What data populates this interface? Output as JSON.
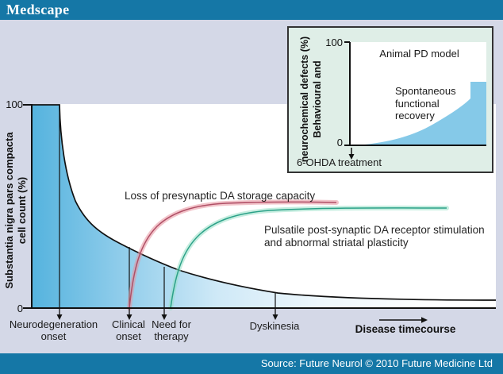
{
  "header": {
    "brand": "Medscape"
  },
  "footer": {
    "source": "Source: Future Neurol © 2010 Future Medicine Ltd"
  },
  "colors": {
    "brand_bar": "#1577a6",
    "page_background": "#d4d8e7",
    "plot_background": "#ffffff",
    "inset_background": "#dfeee7",
    "decay_fill_left": "#55b3de",
    "inset_area_fill": "#85c9e8",
    "presynaptic_curve": "#b04f66",
    "postsynaptic_curve": "#2ba188",
    "axis": "#111111"
  },
  "main_plot": {
    "y_axis_title_lines": [
      "Substantia nigra pars compacta",
      "cell count (%)"
    ],
    "y_tick_top": "100",
    "y_tick_bottom": "0",
    "curve_labels": {
      "presynaptic": "Loss of presynaptic DA storage capacity",
      "postsynaptic_lines": [
        "Pulsatile post-synaptic DA receptor stimulation",
        "and abnormal striatal plasticity"
      ]
    },
    "milestones": [
      {
        "lines": [
          "Neurodegeneration",
          "onset"
        ]
      },
      {
        "lines": [
          "Clinical",
          "onset"
        ]
      },
      {
        "lines": [
          "Need for",
          "therapy"
        ]
      },
      {
        "lines": [
          "Dyskinesia"
        ]
      }
    ],
    "x_axis_title": "Disease timecourse"
  },
  "inset_plot": {
    "y_axis_title_lines": [
      "Behavioural and",
      "neurochemical defects (%)"
    ],
    "y_tick_top": "100",
    "y_tick_bottom": "0",
    "title": "Animal PD model",
    "annotation_lines": [
      "Spontaneous",
      "functional",
      "recovery"
    ],
    "x_axis_title": "6-OHDA treatment"
  },
  "chart_data": [
    {
      "type": "line",
      "title": "",
      "xlabel": "Disease timecourse",
      "ylabel": "Substantia nigra pars compacta cell count (%)",
      "ylim": [
        0,
        100
      ],
      "x_units": "relative disease timecourse 0-100 (axis unlabeled)",
      "grid": false,
      "legend": "inline text labels next to curves",
      "milestones": [
        {
          "label": "Neurodegeneration onset",
          "x": 6
        },
        {
          "label": "Clinical onset",
          "x": 21
        },
        {
          "label": "Need for therapy",
          "x": 29
        },
        {
          "label": "Dyskinesia",
          "x": 52
        }
      ],
      "series": [
        {
          "name": "Substantia nigra pars compacta cell count (%)",
          "color": "#111111",
          "points": [
            [
              0,
              100
            ],
            [
              6,
              100
            ],
            [
              8,
              81
            ],
            [
              9,
              65
            ],
            [
              12,
              46
            ],
            [
              15,
              35
            ],
            [
              21,
              30
            ],
            [
              29,
              21
            ],
            [
              43,
              12
            ],
            [
              53,
              7
            ],
            [
              70,
              5
            ],
            [
              100,
              4
            ]
          ]
        },
        {
          "name": "Loss of presynaptic DA storage capacity",
          "color": "#b04f66",
          "points": [
            [
              21,
              0
            ],
            [
              24,
              24
            ],
            [
              28,
              43
            ],
            [
              34,
              49
            ],
            [
              41,
              51
            ],
            [
              50,
              52
            ],
            [
              66,
              52
            ]
          ]
        },
        {
          "name": "Pulsatile post-synaptic DA receptor stimulation and abnormal striatal plasticity",
          "color": "#2ba188",
          "points": [
            [
              30,
              0
            ],
            [
              33,
              20
            ],
            [
              37,
              36
            ],
            [
              43,
              45
            ],
            [
              51,
              48
            ],
            [
              60,
              49
            ],
            [
              90,
              49
            ]
          ]
        }
      ]
    },
    {
      "type": "area",
      "title": "Animal PD model",
      "xlabel": "6-OHDA treatment",
      "ylabel": "Behavioural and neurochemical defects (%)",
      "ylim": [
        0,
        100
      ],
      "annotation": "Spontaneous functional recovery",
      "series": [
        {
          "name": "Behavioural and neurochemical defects (%)",
          "color": "#85c9e8",
          "points": [
            [
              0,
              0
            ],
            [
              10,
              1
            ],
            [
              34,
              6
            ],
            [
              51,
              12
            ],
            [
              63,
              19
            ],
            [
              75,
              28
            ],
            [
              84,
              37
            ],
            [
              88,
              45
            ],
            [
              88,
              62
            ],
            [
              100,
              62
            ]
          ]
        }
      ]
    }
  ]
}
